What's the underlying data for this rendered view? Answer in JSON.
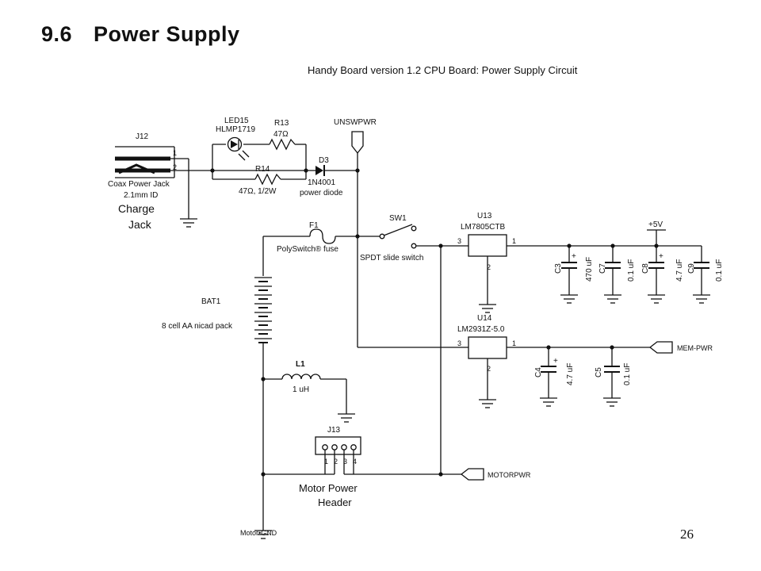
{
  "page": {
    "section_number": "9.6",
    "title": "Power Supply",
    "page_number": "26"
  },
  "diagram": {
    "subtitle": "Handy Board version 1.2 CPU Board:  Power Supply Circuit",
    "j12": {
      "ref": "J12",
      "desc1": "Coax Power Jack",
      "desc2": "2.1mm ID",
      "pin1": "1",
      "pin2": "2"
    },
    "charge_jack": {
      "line1": "Charge",
      "line2": "Jack"
    },
    "led15": {
      "ref": "LED15",
      "part": "HLMP1719"
    },
    "r13": {
      "ref": "R13",
      "value": "47Ω"
    },
    "r14": {
      "ref": "R14",
      "value": "47Ω,  1/2W"
    },
    "d3": {
      "ref": "D3",
      "part": "1N4001",
      "desc": "power diode"
    },
    "unswpwr": "UNSWPWR",
    "f1": {
      "ref": "F1",
      "desc": "PolySwitch®  fuse"
    },
    "sw1": {
      "ref": "SW1",
      "desc": "SPDT  slide  switch"
    },
    "u13": {
      "ref": "U13",
      "part": "LM7805CTB",
      "pin1": "1",
      "pin2": "2",
      "pin3": "3"
    },
    "plus5v": "+5V",
    "c3": {
      "ref": "C3",
      "value": "470  uF"
    },
    "c7": {
      "ref": "C7",
      "value": "0.1  uF"
    },
    "c8": {
      "ref": "C8",
      "value": "4.7  uF"
    },
    "c9": {
      "ref": "C9",
      "value": "0.1  uF"
    },
    "plus": "+",
    "bat1": {
      "ref": "BAT1",
      "desc": "8 cell  AA  nicad  pack"
    },
    "u14": {
      "ref": "U14",
      "part": "LM2931Z-5.0",
      "pin1": "1",
      "pin2": "2",
      "pin3": "3"
    },
    "c4": {
      "ref": "C4",
      "value": "4.7  uF"
    },
    "c5": {
      "ref": "C5",
      "value": "0.1  uF"
    },
    "mem_pwr": "MEM-PWR",
    "l1": {
      "ref": "L1",
      "value": "1 uH"
    },
    "j13": {
      "ref": "J13",
      "pins": [
        "1",
        "2",
        "3",
        "4"
      ]
    },
    "motor_header": {
      "line1": "Motor  Power",
      "line2": "Header"
    },
    "motorpwr": "MOTORPWR",
    "motor_gnd": "Motor•GND"
  }
}
